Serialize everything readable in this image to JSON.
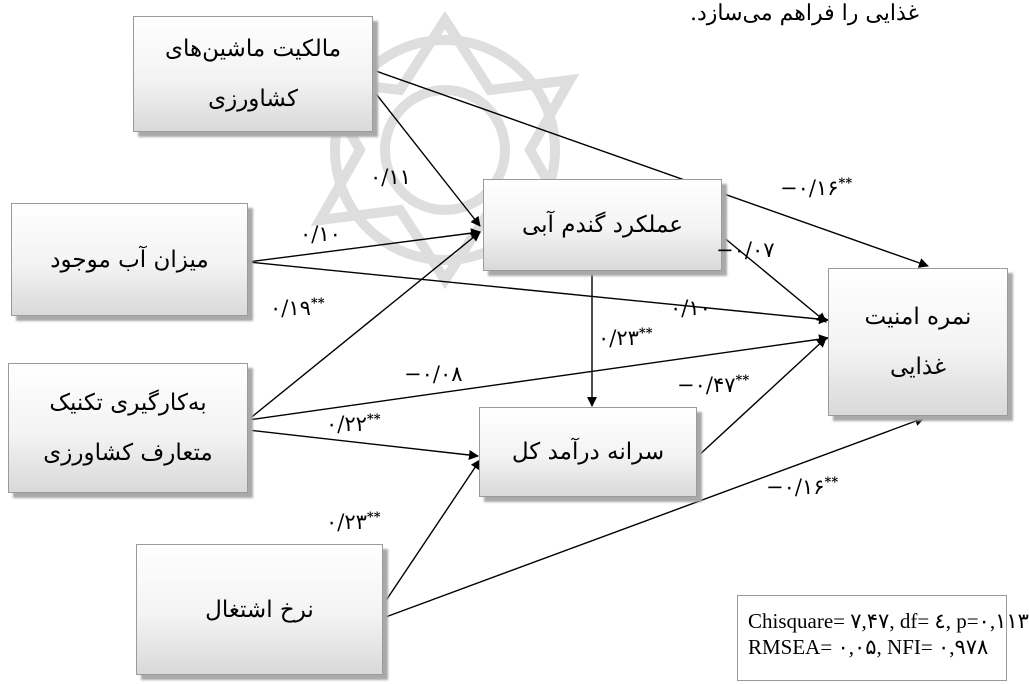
{
  "header_text": "غذایی را فراهم می‌سازد.",
  "nodes": {
    "machinery": {
      "line1": "مالکیت ماشین‌های",
      "line2": "کشاورزی"
    },
    "water": {
      "line1": "میزان آب موجود"
    },
    "technique": {
      "line1": "به‌کارگیری تکنیک",
      "line2": "متعارف کشاورزی"
    },
    "employment": {
      "line1": "نرخ اشتغال"
    },
    "wheat_yield": {
      "line1": "عملکرد گندم آبی"
    },
    "income": {
      "line1": "سرانه درآمد کل"
    },
    "food_security": {
      "line1": "نمره امنیت",
      "line2": "غذایی"
    }
  },
  "edge_labels": {
    "machinery_yield": {
      "text": "۰/۱۱",
      "sig": ""
    },
    "water_yield": {
      "text": "۰/۱۰",
      "sig": ""
    },
    "technique_yield": {
      "text": "۰/۱۹",
      "sig": "**"
    },
    "machinery_food": {
      "text": "−۰/۱۶",
      "sig": "**"
    },
    "yield_food": {
      "text": "−۰/۰۷",
      "sig": ""
    },
    "water_food": {
      "text": "۰/۱۰",
      "sig": ""
    },
    "yield_income": {
      "text": "۰/۲۳",
      "sig": "**"
    },
    "technique_food": {
      "text": "−۰/۰۸",
      "sig": ""
    },
    "income_food": {
      "text": "−۰/۴۷",
      "sig": "**"
    },
    "technique_income": {
      "text": "۰/۲۲",
      "sig": "**"
    },
    "employment_income": {
      "text": "۰/۲۳",
      "sig": "**"
    },
    "employment_food": {
      "text": "−۰/۱۶",
      "sig": "**"
    }
  },
  "fit_stats": {
    "line1": "Chisquare= ۷,۴۷, df= ٤, p=۰,۱۱۳",
    "line2": "RMSEA= ۰,۰۵, NFI= ۰,۹۷۸"
  },
  "colors": {
    "edge": "#000000",
    "node_border": "#9a9a9a",
    "shadow": "#a9a9a9"
  }
}
